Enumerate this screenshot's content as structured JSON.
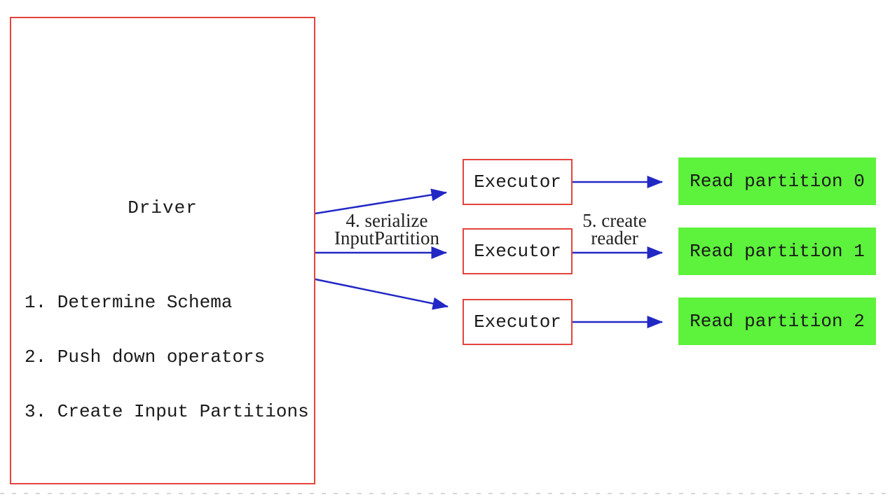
{
  "diagram": {
    "driver": {
      "title": "Driver",
      "steps": [
        "1. Determine Schema",
        "2. Push down operators",
        "3. Create Input Partitions"
      ]
    },
    "executors": [
      {
        "label": "Executor"
      },
      {
        "label": "Executor"
      },
      {
        "label": "Executor"
      }
    ],
    "partitions": [
      {
        "label": "Read partition 0"
      },
      {
        "label": "Read partition 1"
      },
      {
        "label": "Read partition 2"
      }
    ],
    "edge_labels": {
      "serialize_line1": "4. serialize",
      "serialize_line2": "InputPartition",
      "reader_line1": "5. create",
      "reader_line2": "reader"
    },
    "colors": {
      "box_border_red": "#e2443c",
      "partition_green": "#5df23c",
      "arrow_blue": "#2228c4",
      "text": "#1a1a1a",
      "background": "#ffffff"
    }
  }
}
